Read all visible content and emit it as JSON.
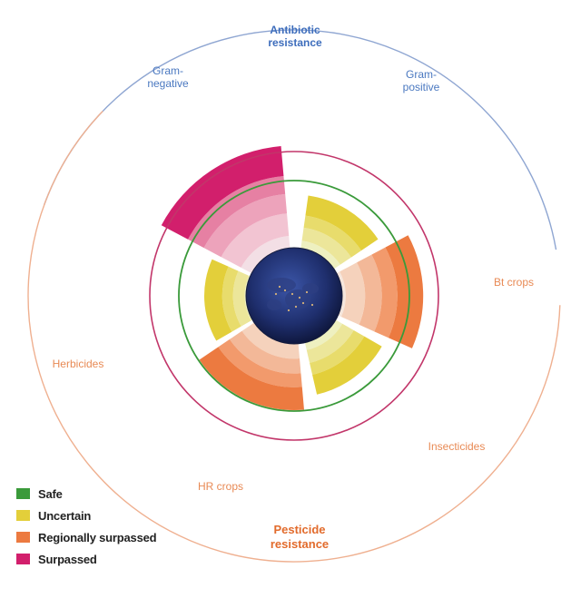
{
  "colors": {
    "green": "#3a9a3a",
    "yellow": "#e3cf3a",
    "orange": "#ec7a40",
    "magenta": "#d21f6c",
    "antibiotic_accent": "#4a78c0",
    "pesticide_accent": "#e88a55",
    "outer_ring_red": "#c2366a",
    "globe": "#1f2f6e"
  },
  "groups": {
    "antibiotic": "Antibiotic\nresistance",
    "pesticide": "Pesticide\nresistance"
  },
  "segments": [
    {
      "label": "Gram-\nnegative",
      "status": "surpassed",
      "level": 0.92
    },
    {
      "label": "Gram-\npositive",
      "status": "uncertain",
      "level": 0.62
    },
    {
      "label": "Bt crops",
      "status": "regionally_surpassed",
      "level": 0.79
    },
    {
      "label": "Insecticides",
      "status": "uncertain",
      "level": 0.62
    },
    {
      "label": "HR crops",
      "status": "regionally_surpassed",
      "level": 0.7
    },
    {
      "label": "Herbicides",
      "status": "uncertain",
      "level": 0.55
    }
  ],
  "legend": [
    {
      "label": "Safe",
      "color": "#3a9a3a",
      "icon": "safe-swatch"
    },
    {
      "label": "Uncertain",
      "color": "#e3cf3a",
      "icon": "uncertain-swatch"
    },
    {
      "label": "Regionally surpassed",
      "color": "#ec7a40",
      "icon": "regionally-surpassed-swatch"
    },
    {
      "label": "Surpassed",
      "color": "#d21f6c",
      "icon": "surpassed-swatch"
    }
  ]
}
